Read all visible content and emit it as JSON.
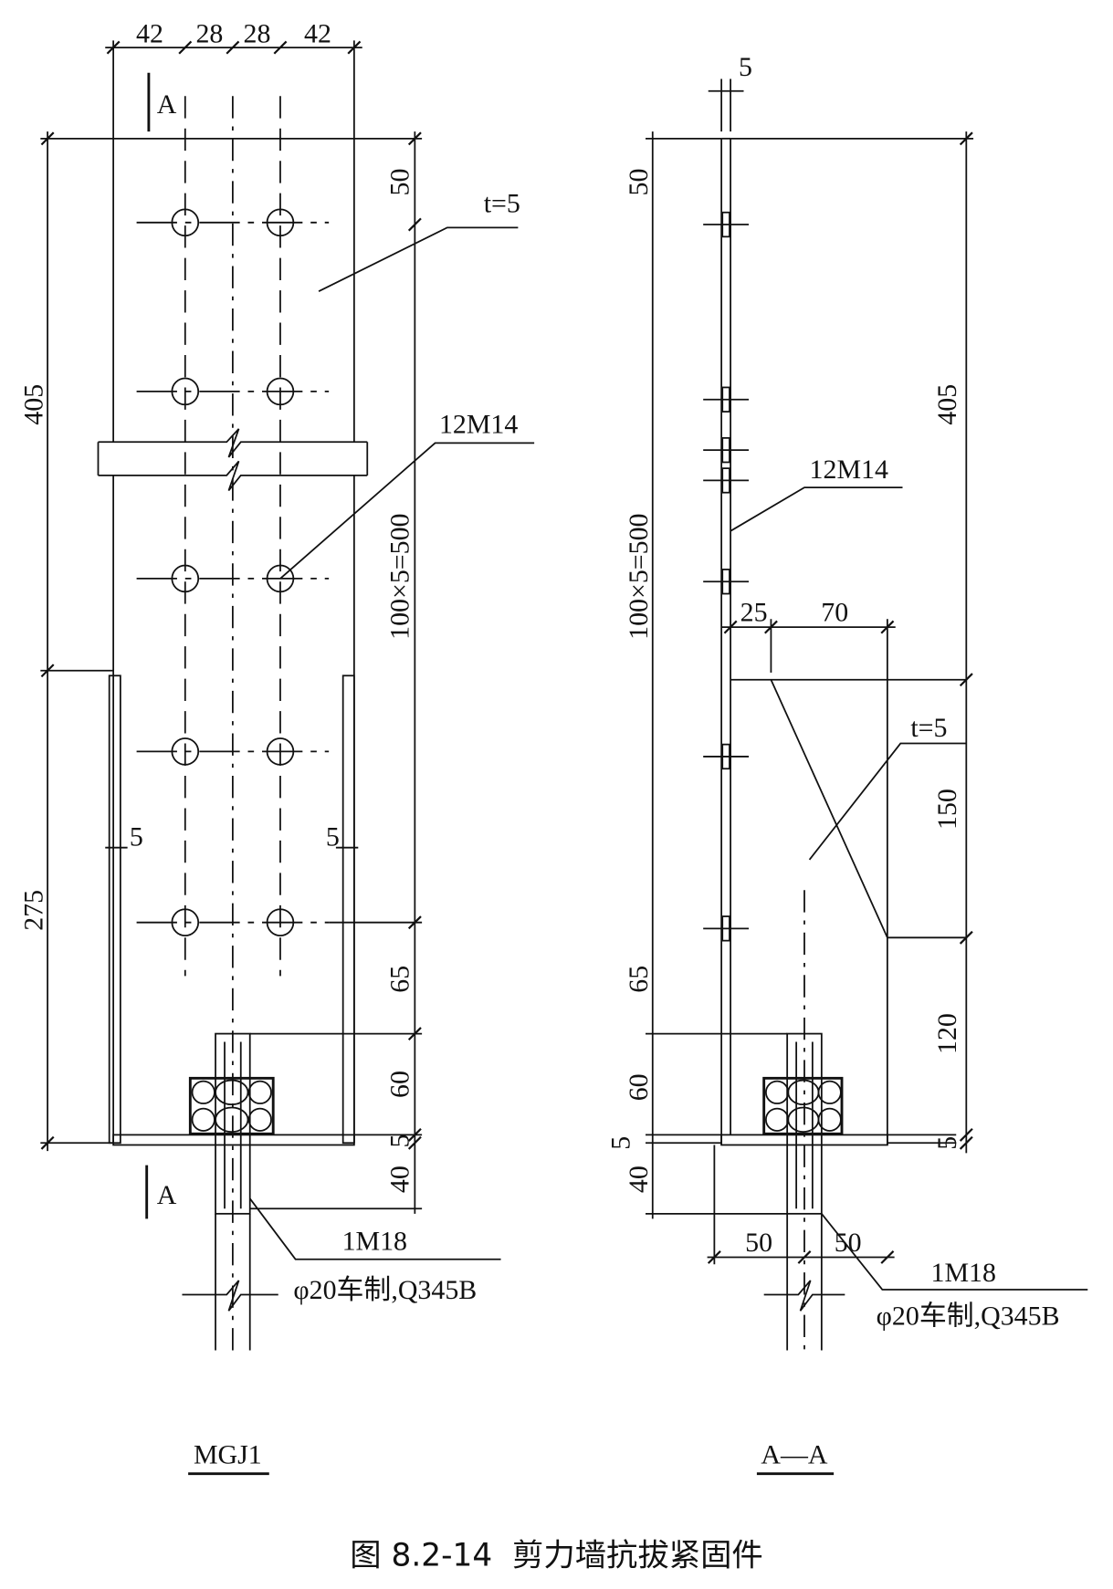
{
  "views": {
    "front": {
      "title": "MGJ1",
      "top_dims": [
        "42",
        "28",
        "28",
        "42"
      ],
      "section_mark": "A",
      "left_dims": [
        "405",
        "275"
      ],
      "right_dims": [
        "50",
        "100×5=500",
        "65",
        "60",
        "5",
        "40"
      ],
      "flange_thickness": [
        "5",
        "5"
      ],
      "plate_label": "t=5",
      "bolts_label": "12M14",
      "anchor_label": "1M18",
      "anchor_spec": "φ20车制,Q345B"
    },
    "section": {
      "title": "A—A",
      "top_dim": "5",
      "left_dims": [
        "50",
        "100×5=500",
        "65",
        "60",
        "5",
        "40"
      ],
      "right_dims": [
        "405",
        "150",
        "120",
        "5"
      ],
      "stiffener_dims": [
        "25",
        "70"
      ],
      "bottom_dims": [
        "50",
        "50"
      ],
      "plate_label": "t=5",
      "bolts_label": "12M14",
      "anchor_label": "1M18",
      "anchor_spec": "φ20车制,Q345B"
    }
  },
  "caption": "图 8.2-14  剪力墙抗拔紧固件"
}
